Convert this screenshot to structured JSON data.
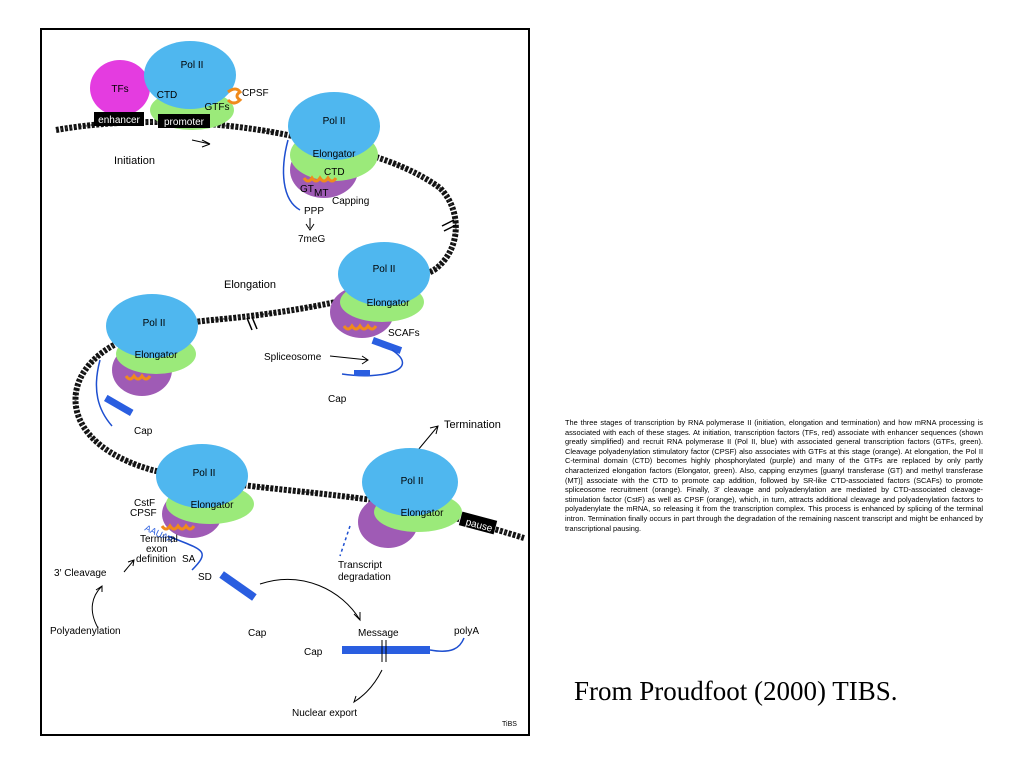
{
  "figure": {
    "complexes": {
      "initiation": {
        "pol": "Pol II",
        "tfs": "TFs",
        "ctd": "CTD",
        "gtfs": "GTFs",
        "cpsf": "CPSF",
        "enhancer": "enhancer",
        "promoter": "promoter"
      },
      "capping": {
        "pol": "Pol II",
        "elongator": "Elongator",
        "ctd": "CTD",
        "gt": "GT",
        "mt": "MT",
        "capping": "Capping",
        "ppp": "PPP",
        "meg": "7meG"
      },
      "elongation_right": {
        "pol": "Pol II",
        "elongator": "Elongator",
        "scafs": "SCAFs",
        "spliceosome": "Spliceosome",
        "cap": "Cap"
      },
      "elongation_left": {
        "pol": "Pol II",
        "elongator": "Elongator",
        "cap": "Cap"
      },
      "cleavage": {
        "pol": "Pol II",
        "elongator": "Elongator",
        "cstf": "CstF",
        "cpsf": "CPSF",
        "auuaaa": "AAUAA",
        "terminal": "Terminal",
        "exon": "exon",
        "definition": "definition",
        "sa": "SA",
        "sd": "SD",
        "cap": "Cap"
      },
      "termination": {
        "pol": "Pol II",
        "elongator": "Elongator",
        "pause": "pause",
        "transcript": "Transcript",
        "degradation": "degradation"
      }
    },
    "stages": {
      "initiation": "Initiation",
      "elongation": "Elongation",
      "termination": "Termination"
    },
    "labels": {
      "cleavage": "3′ Cleavage",
      "polyadenylation": "Polyadenylation",
      "message": "Message",
      "polya": "polyA",
      "cap": "Cap",
      "nuclear_export": "Nuclear export",
      "tibs": "TiBS"
    }
  },
  "caption": "The three stages of transcription by RNA polymerase II (initiation, elongation and termination) and how mRNA processing is associated with each of these stages. At initiation, transcription factors (TFs, red) associate with enhancer sequences (shown greatly simplified) and recruit RNA polymerase II (Pol II, blue) with associated general transcription factors (GTFs, green). Cleavage polyadenylation stimulatory factor (CPSF) also associates with GTFs at this stage (orange). At elongation, the Pol II C-terminal domain (CTD) becomes highly phosphorylated (purple) and many of the GTFs are replaced by only partly characterized elongation factors (Elongator, green). Also, capping enzymes [guanyl transferase (GT) and methyl transferase (MT)] associate with the CTD to promote cap addition, followed by SR-like CTD-associated factors (SCAFs) to promote spliceosome recruitment (orange). Finally, 3′ cleavage and polyadenylation are mediated by CTD-associated cleavage-stimulation factor (CstF) as well as CPSF (orange), which, in turn, attracts additional cleavage and polyadenylation factors to polyadenylate the mRNA, so releasing it from the transcription complex. This process is enhanced by splicing of the terminal intron. Termination finally occurs in part through the degradation of the remaining nascent transcript and might be enhanced by transcriptional pausing.",
  "credit": "From Proudfoot (2000) TIBS."
}
